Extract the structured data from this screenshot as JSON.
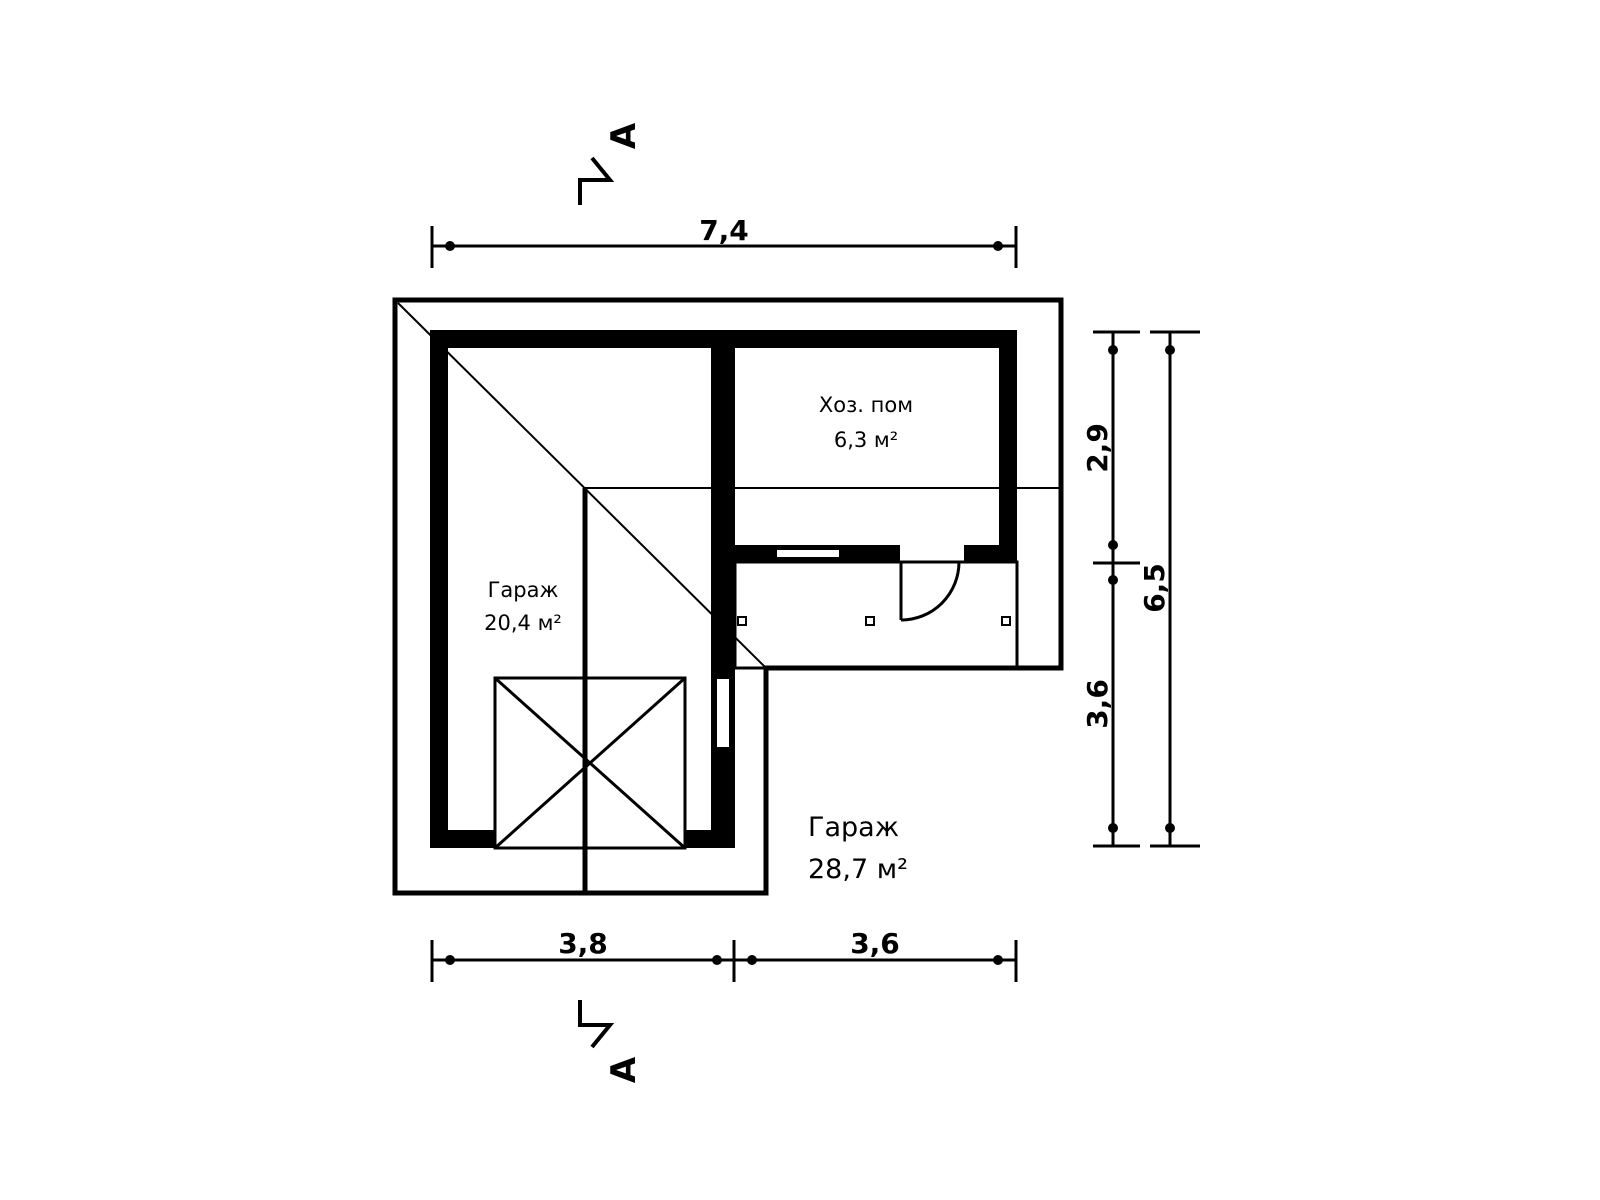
{
  "section_marks": {
    "top": "A",
    "bottom": "A"
  },
  "dimensions": {
    "overall_width": "7,4",
    "bottom_left": "3,8",
    "bottom_right": "3,6",
    "right_top": "2,9",
    "right_bottom": "3,6",
    "right_overall": "6,5"
  },
  "rooms": {
    "storage": {
      "name": "Хоз. пом",
      "area": "6,3 м²"
    },
    "garage_inner": {
      "name": "Гараж",
      "area": "20,4 м²"
    },
    "garage_outer": {
      "name": "Гараж",
      "area": "28,7 м²"
    }
  }
}
